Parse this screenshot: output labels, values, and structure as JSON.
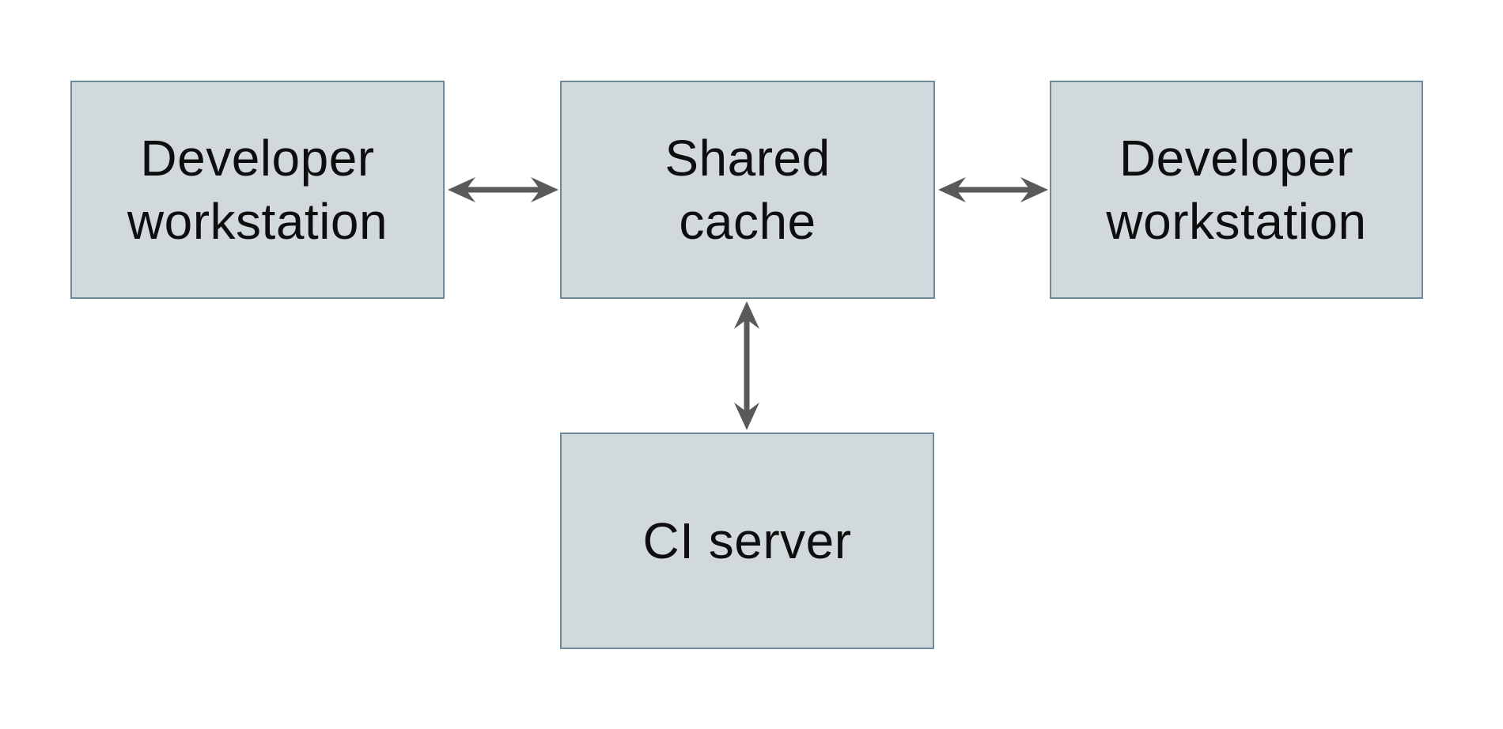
{
  "diagram": {
    "type": "architecture-diagram",
    "nodes": {
      "workstation_left": {
        "label": "Developer\nworkstation"
      },
      "shared_cache": {
        "label": "Shared\ncache"
      },
      "workstation_right": {
        "label": "Developer\nworkstation"
      },
      "ci_server": {
        "label": "CI server"
      }
    },
    "edges": [
      {
        "from": "workstation_left",
        "to": "shared_cache",
        "direction": "bidirectional",
        "orientation": "horizontal"
      },
      {
        "from": "workstation_right",
        "to": "shared_cache",
        "direction": "bidirectional",
        "orientation": "horizontal"
      },
      {
        "from": "ci_server",
        "to": "shared_cache",
        "direction": "bidirectional",
        "orientation": "vertical"
      }
    ]
  },
  "colors": {
    "background": "#ffffff",
    "node_fill": "#d2d9dc",
    "node_border": "#6f8a99",
    "arrow": "#595959",
    "text": "#0e0e0e"
  }
}
